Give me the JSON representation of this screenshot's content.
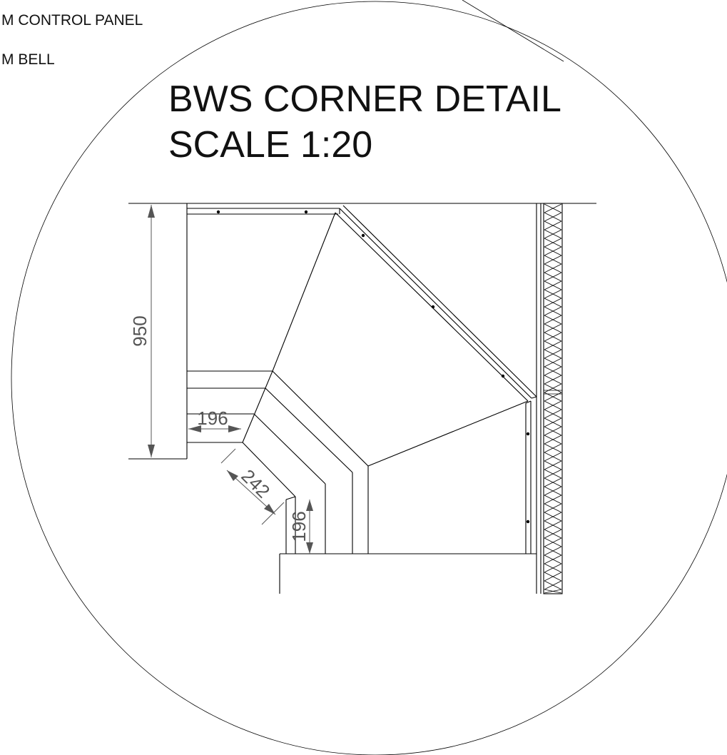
{
  "legend": {
    "line1": "M CONTROL PANEL",
    "line2": "M BELL"
  },
  "detail": {
    "title": "BWS CORNER DETAIL",
    "scale": "SCALE 1:20"
  },
  "dimensions": {
    "height": "950",
    "left_depth": "196",
    "diagonal_depth": "242",
    "bottom_depth": "196"
  },
  "colors": {
    "linework": "#000000",
    "dimension": "#555555",
    "background": "#ffffff"
  }
}
